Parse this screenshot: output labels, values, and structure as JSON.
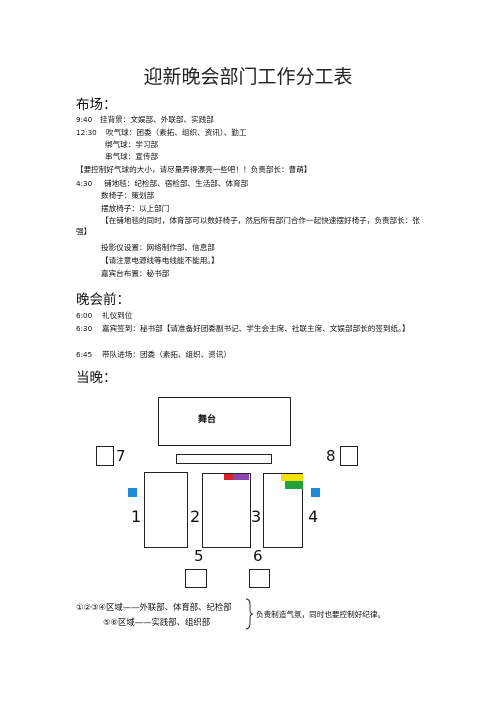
{
  "title": "迎新晚会部门工作分工表",
  "sections": {
    "setup": {
      "heading": "布场：",
      "l1_time": "9:40",
      "l1_text": "挂背景：文娱部、外联部、实践部",
      "l2_time": "12:30",
      "l2_text": "吹气球：团委（素拓、组织、资讯）、勤工",
      "l3_text": "绑气球：学习部",
      "l4_text": "串气球：宣传部",
      "note1": "【要控制好气球的大小，请尽量弄得漂亮一些吧！！负责部长：曹萌】",
      "l5_time": "4:30",
      "l5_text": "铺地毯：纪检部、宿检部、生活部、体育部",
      "l6_text": "数椅子：策划部",
      "l7_text": "摆放椅子：以上部门",
      "note2": "【在铺地毯的同时，体育部可以数好椅子，然后所有部门合作一起快速摆好椅子，负责部长：张强】",
      "l8_text": "投影仪设置：网络制作部、信息部",
      "note3": "【请注意电源线等电线能不能用。】",
      "l9_text": "嘉宾台布置：秘书部"
    },
    "before": {
      "heading": "晚会前：",
      "l1_time": "6:00",
      "l1_text": "礼仪到位",
      "l2_time": "6:30",
      "l2_text": "嘉宾签到：秘书部【请准备好团委副书记、学生会主席、社联主席、文娱部部长的签到纸。】",
      "l3_time": "6:45",
      "l3_text": "带队进场：团委（素拓、组织、资讯）"
    },
    "night": {
      "heading": "当晚："
    }
  },
  "diagram": {
    "stage_label": "舞台",
    "zone_labels": [
      "1",
      "2",
      "3",
      "4",
      "5",
      "6",
      "7",
      "8"
    ],
    "legend_line1": "①②③④区域——外联部、体育部、纪检部",
    "legend_line2": "⑤⑥区域——实践部、组织部",
    "legend_note": "负责制造气氛，同时也要控制好纪律。",
    "colors": {
      "blue": "#1f8ad8",
      "red": "#d9252a",
      "purple": "#8e44ad",
      "yellow": "#f2e20a",
      "green": "#21a33a"
    }
  }
}
